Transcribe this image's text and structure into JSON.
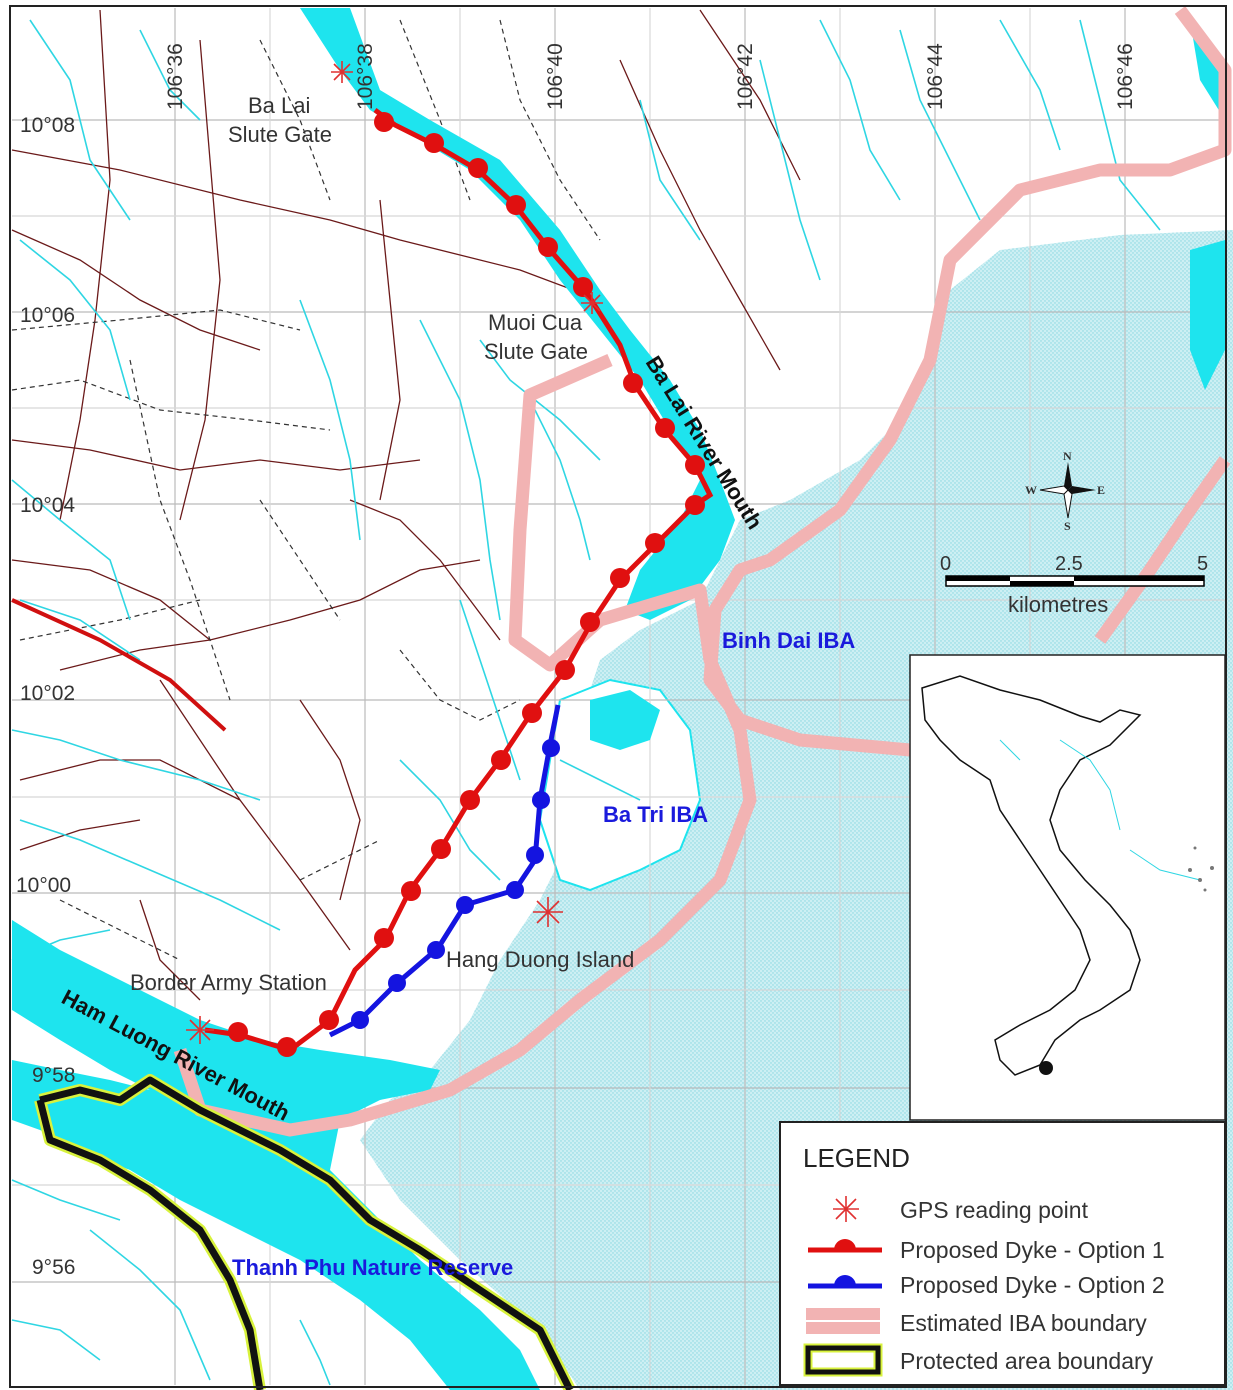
{
  "coords": {
    "lon": [
      "106°36",
      "106°38",
      "106°40",
      "106°42",
      "106°44",
      "106°46"
    ],
    "lat": [
      "10°08",
      "10°06",
      "10°04",
      "10°02",
      "10°00",
      "9°58",
      "9°56"
    ]
  },
  "places": {
    "ba_lai_1": "Ba Lai",
    "ba_lai_2": "Slute Gate",
    "muoi_cua_1": "Muoi Cua",
    "muoi_cua_2": "Slute Gate",
    "border": "Border Army Station",
    "hang_duong": "Hang Duong Island"
  },
  "areas": {
    "binh_dai": "Binh Dai IBA",
    "ba_tri": "Ba Tri IBA",
    "thanh_phu": "Thanh Phu Nature Reserve"
  },
  "rivers": {
    "ba_lai": "Ba Lai River Mouth",
    "ham_luong": "Ham Luong River Mouth"
  },
  "compass": {
    "n": "N",
    "s": "S",
    "e": "E",
    "w": "W"
  },
  "scale": {
    "t0": "0",
    "t1": "2.5",
    "t2": "5",
    "unit": "kilometres"
  },
  "legend": {
    "title": "LEGEND",
    "items": [
      {
        "label": "GPS reading point"
      },
      {
        "label": "Proposed Dyke - Option 1"
      },
      {
        "label": "Proposed Dyke - Option 2"
      },
      {
        "label": "Estimated IBA boundary"
      },
      {
        "label": "Protected area boundary"
      }
    ]
  },
  "colors": {
    "water": "#1ee4ee",
    "sea": "#c8eef2",
    "road": "#6b1a1a",
    "dyke1": "#e01010",
    "dyke2": "#1414e0",
    "iba": "#f2b3b3",
    "protected": "#111111",
    "protected_halo": "#d8f23c",
    "label_blue": "#1a1adc"
  }
}
